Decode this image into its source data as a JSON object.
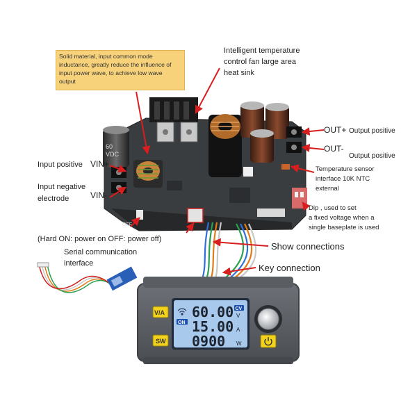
{
  "callout": {
    "lines": [
      "Solid material, input common mode",
      "inductance, greatly reduce the influence of",
      "input power wave, to achieve low wave",
      "output"
    ]
  },
  "labels": {
    "heatsink": [
      "Intelligent temperature",
      "control fan large area",
      "heat sink"
    ],
    "out_pos_tag": "OUT+",
    "out_pos": "Output positive",
    "out_neg_tag": "OUT-",
    "out_neg": "Output positive",
    "vin_pos_text": "Input positive",
    "vin_pos_tag": "VIN+",
    "vin_neg_text": [
      "Input negative",
      "electrode"
    ],
    "vin_neg_tag": "VIN-",
    "temp_sensor": [
      "Temperature sensor",
      "interface 10K NTC",
      "external"
    ],
    "dip": [
      "Dip , used to set",
      "a fixed voltage when a",
      "single baseplate is used"
    ],
    "hard_on": "(Hard ON: power on OFF: power off)",
    "serial": [
      "Serial communication",
      "interface"
    ],
    "show_conn": "Show connections",
    "key_conn": "Key connection"
  },
  "board": {
    "small_cap_top": "60",
    "small_cap_bottom": "VDC",
    "off_label": "OFF"
  },
  "display": {
    "voltage": "60.00",
    "current": "15.00",
    "power": "0900",
    "cv_badge": "CV",
    "on_badge": "ON",
    "unit_v": "V",
    "unit_a": "A",
    "unit_w": "W",
    "btn_va": "V/A",
    "btn_sw": "SW"
  },
  "colors": {
    "callout_bg": "#f7d27a",
    "arrow": "#d81e1e",
    "pcb": "#3a3d40",
    "lcd": "#a8c8ec",
    "btn_yellow": "#f2d21c"
  }
}
